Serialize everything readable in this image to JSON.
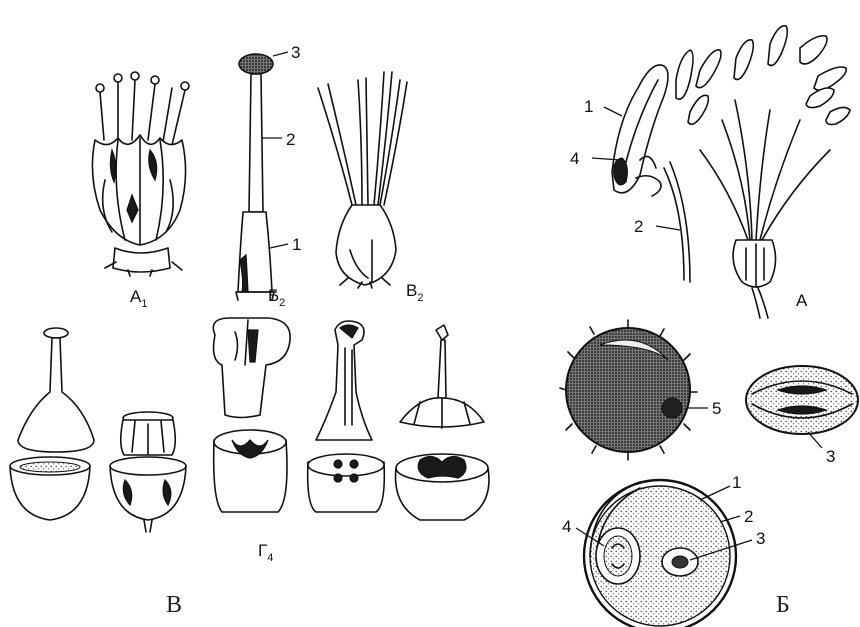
{
  "left_panel": {
    "labels": {
      "a1_main": "А",
      "a1_sub": "1",
      "b2_main": "Б",
      "b2_sub": "2",
      "v2_main": "В",
      "v2_sub": "2",
      "g4_main": "Г",
      "g4_sub": "4",
      "panel": "В"
    },
    "pistil_parts": [
      "1",
      "2",
      "3"
    ]
  },
  "right_panel": {
    "stamen_labels": [
      "1",
      "4",
      "2"
    ],
    "stamen_panel": "А",
    "pollen_labels": [
      "5",
      "3"
    ],
    "section_labels": [
      "1",
      "2",
      "3",
      "4"
    ],
    "panel": "Б"
  }
}
